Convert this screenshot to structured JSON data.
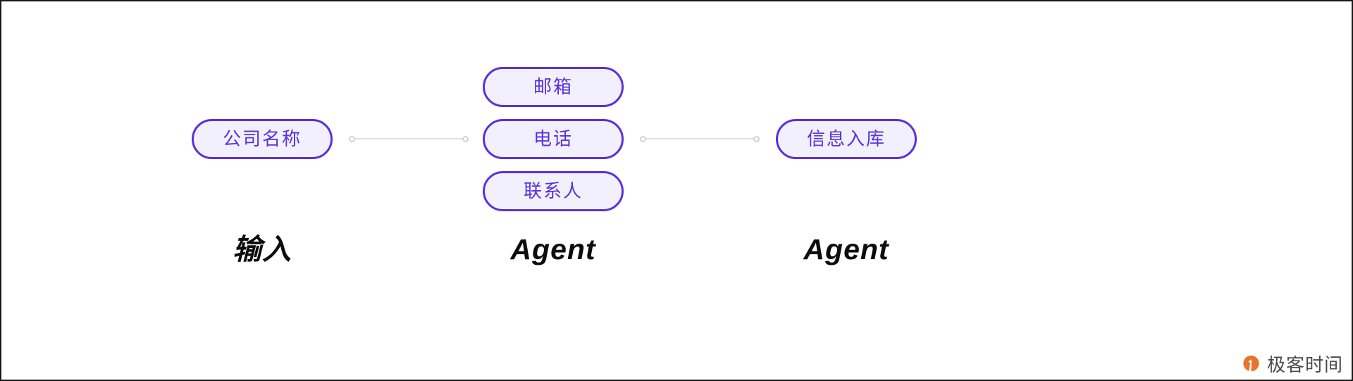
{
  "diagram": {
    "type": "flow",
    "background_color": "#ffffff",
    "node_border_color": "#5533dd",
    "node_fill_color": "#f3f0fe",
    "node_text_color": "#5533dd",
    "connector_color": "#dedede",
    "caption_color": "#0d0d0d",
    "columns": [
      {
        "id": "input",
        "caption": "输入",
        "nodes": [
          {
            "label": "公司名称"
          }
        ]
      },
      {
        "id": "agent-extract",
        "caption": "Agent",
        "nodes": [
          {
            "label": "邮箱"
          },
          {
            "label": "电话"
          },
          {
            "label": "联系人"
          }
        ]
      },
      {
        "id": "agent-store",
        "caption": "Agent",
        "nodes": [
          {
            "label": "信息入库"
          }
        ]
      }
    ],
    "connectors": [
      {
        "from": "input",
        "to": "agent-extract"
      },
      {
        "from": "agent-extract",
        "to": "agent-store"
      }
    ]
  },
  "watermark": {
    "text": "极客时间",
    "icon": "geektime-logo-icon",
    "icon_color": "#e8742c",
    "text_color": "#4a4a4a"
  }
}
